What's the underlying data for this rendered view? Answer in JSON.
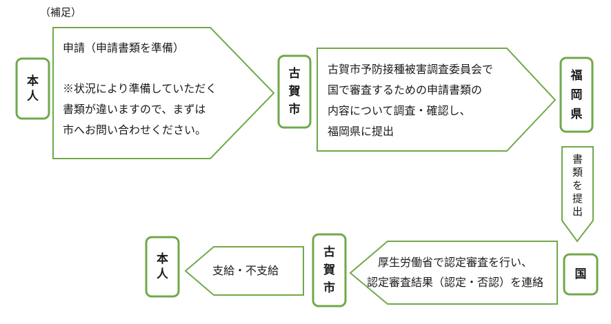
{
  "note_label": "（補足）",
  "nodes": {
    "person_top": "本人",
    "koga_top": "古賀市",
    "fukuoka": "福岡県",
    "kuni": "国",
    "koga_bottom": "古賀市",
    "person_bottom": "本人"
  },
  "arrows": {
    "application": {
      "lines": [
        "申請（申請書類を準備）",
        "",
        "※状況により準備していただく",
        "書類が違いますので、まずは",
        "市へお問い合わせください。"
      ]
    },
    "committee": {
      "lines": [
        "古賀市予防接種被害調査委員会で",
        "国で審査するための申請書類の",
        "内容について調査・確認し、",
        "福岡県に提出"
      ]
    },
    "submit_docs": {
      "text": "書類を提出"
    },
    "ministry": {
      "lines": [
        "厚生労働省で認定審査を行い、",
        "認定審査結果（認定・否認）を連絡"
      ]
    },
    "payment": {
      "text": "支給・不支給"
    }
  },
  "colors": {
    "border": "#70a84a",
    "text": "#1a1a1a"
  }
}
